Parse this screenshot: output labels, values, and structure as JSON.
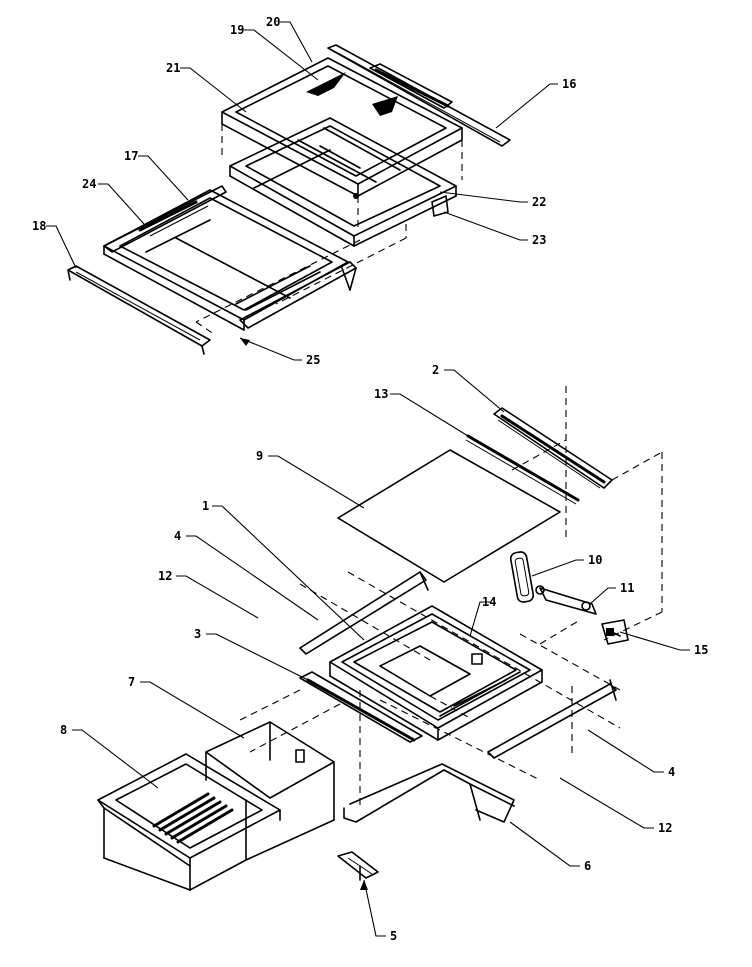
{
  "diagram": {
    "style": "exploded parts view, black line art on white",
    "callouts": [
      {
        "id": "c1",
        "text": "1"
      },
      {
        "id": "c2",
        "text": "2"
      },
      {
        "id": "c3",
        "text": "3"
      },
      {
        "id": "c4a",
        "text": "4"
      },
      {
        "id": "c4b",
        "text": "4"
      },
      {
        "id": "c5",
        "text": "5"
      },
      {
        "id": "c6",
        "text": "6"
      },
      {
        "id": "c7",
        "text": "7"
      },
      {
        "id": "c8",
        "text": "8"
      },
      {
        "id": "c9",
        "text": "9"
      },
      {
        "id": "c10",
        "text": "10"
      },
      {
        "id": "c11",
        "text": "11"
      },
      {
        "id": "c12a",
        "text": "12"
      },
      {
        "id": "c12b",
        "text": "12"
      },
      {
        "id": "c13",
        "text": "13"
      },
      {
        "id": "c14",
        "text": "14"
      },
      {
        "id": "c15",
        "text": "15"
      },
      {
        "id": "c16",
        "text": "16"
      },
      {
        "id": "c17",
        "text": "17"
      },
      {
        "id": "c18",
        "text": "18"
      },
      {
        "id": "c19",
        "text": "19"
      },
      {
        "id": "c20",
        "text": "20"
      },
      {
        "id": "c21",
        "text": "21"
      },
      {
        "id": "c22",
        "text": "22"
      },
      {
        "id": "c23",
        "text": "23"
      },
      {
        "id": "c24",
        "text": "24"
      },
      {
        "id": "c25",
        "text": "25"
      }
    ]
  }
}
